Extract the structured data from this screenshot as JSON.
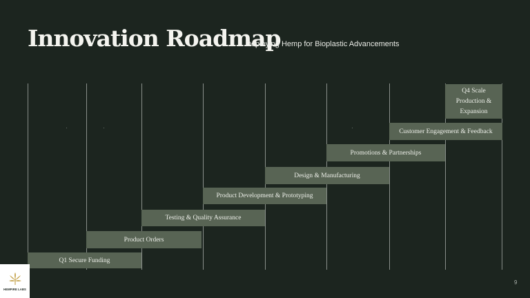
{
  "slide": {
    "title": "Innovation Roadmap",
    "subtitle": "Deploying Hemp for Bioplastic Advancements",
    "page_number": "9",
    "logo_text": "HEMPIRE LABS"
  },
  "roadmap": {
    "bars": [
      {
        "label": "Q1 Secure Funding"
      },
      {
        "label": "Product Orders"
      },
      {
        "label": "Testing & Quality Assurance"
      },
      {
        "label": "Product Development & Prototyping"
      },
      {
        "label": "Design & Manufacturing"
      },
      {
        "label": "Promotions & Partnerships"
      },
      {
        "label": "Customer Engagement & Feedback"
      },
      {
        "label": "Q4 Scale Production & Expansion"
      }
    ]
  },
  "colors": {
    "background": "#1c251f",
    "bar": "#586454",
    "text": "#f4f4ef",
    "gridline": "#8a908b"
  }
}
